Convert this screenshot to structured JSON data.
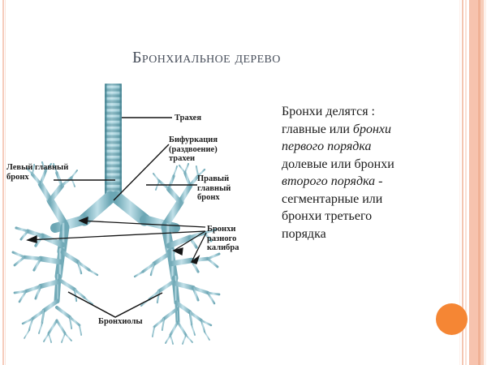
{
  "slide": {
    "title": "Бронхиальное дерево",
    "accent_color": "#f58634",
    "border_color": "#f7c3ae",
    "title_color": "#49505c"
  },
  "diagram": {
    "name": "bronchial-tree-diagram",
    "tree_color_light": "#b9dde5",
    "tree_color_mid": "#7fb8c6",
    "tree_color_dark": "#4d8f9e",
    "labels": {
      "trachea": "Трахея",
      "bifurcation": "Бифуркация\n(раздвоение)\nтрахеи",
      "left_main_bronchus": "Левый главный\nбронх",
      "right_main_bronchus": "Правый\nглавный\nбронх",
      "bronchi_of_different_calibre": "Бронхи\nразного\nкалибра",
      "bronchioles": "Бронхиолы"
    }
  },
  "body": {
    "line1": "Бронхи делятся :",
    "line2_plain": "главные или ",
    "line2_italic": "бронхи",
    "line3_italic": "первого порядка",
    "line4_plain": "долевые или бронхи",
    "line5_italic": "второго порядка",
    "line5_plain": " -",
    "line6_plain": "сегментарные или",
    "line7_plain": "бронхи третьего",
    "line8_plain": "порядка"
  }
}
